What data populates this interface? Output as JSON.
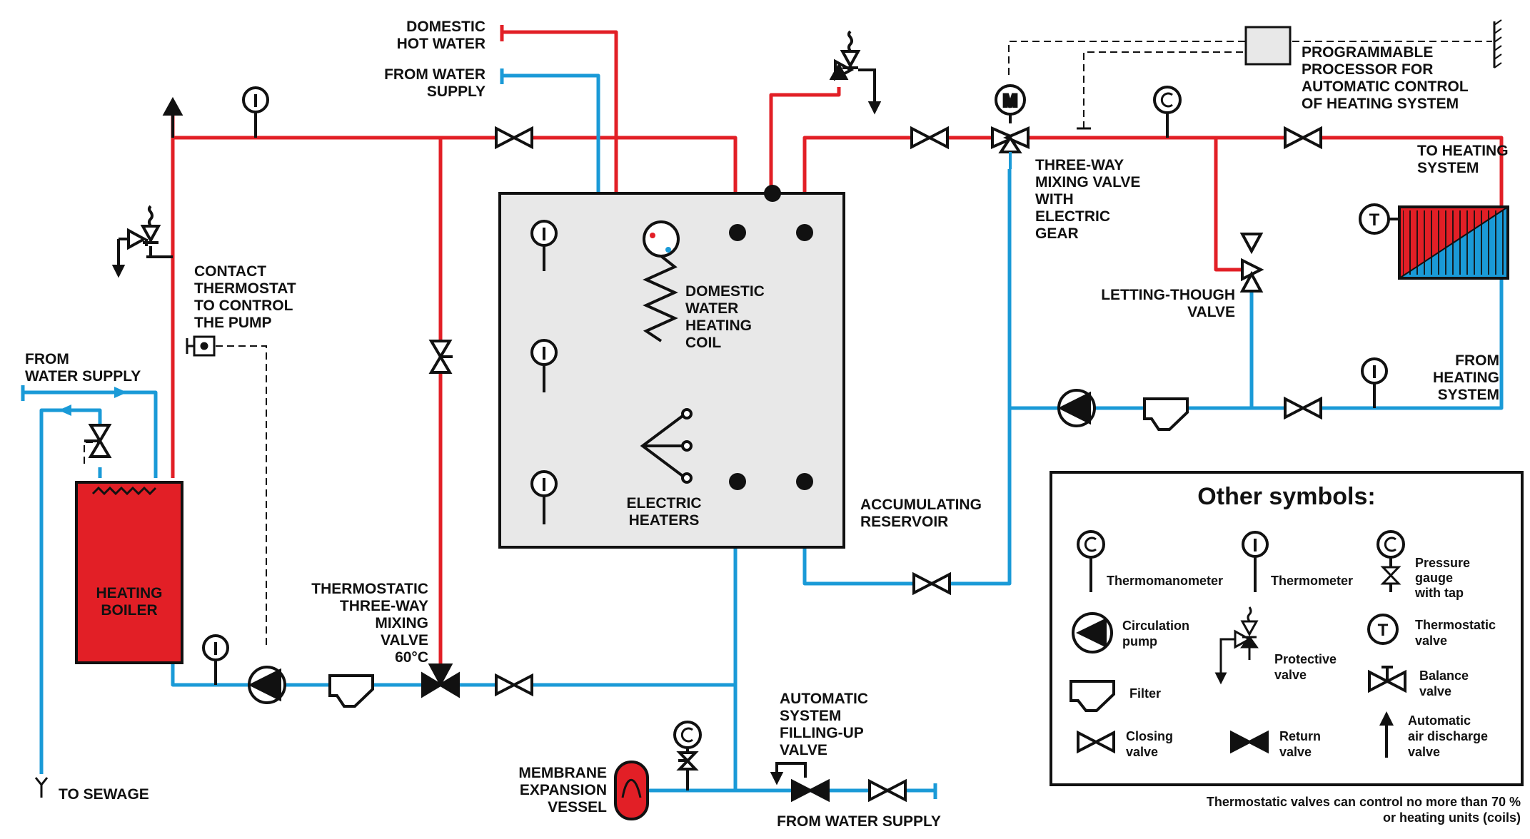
{
  "colors": {
    "hot": "#e21f26",
    "cold": "#1a9ad7",
    "black": "#111111",
    "reservoir_fill": "#e8e8e8",
    "boiler_fill": "#e21f26"
  },
  "labels": {
    "domestic_hot_water": [
      "DOMESTIC",
      "HOT WATER"
    ],
    "from_water_supply_top": [
      "FROM WATER",
      "SUPPLY"
    ],
    "from_water_supply_left": [
      "FROM",
      "WATER SUPPLY"
    ],
    "contact_thermostat": [
      "CONTACT",
      "THERMOSTAT",
      "TO CONTROL",
      "THE PUMP"
    ],
    "heating_boiler": [
      "HEATING",
      "BOILER"
    ],
    "to_sewage": "TO SEWAGE",
    "thermostatic_valve": [
      "THERMOSTATIC",
      "THREE-WAY",
      "MIXING",
      "VALVE",
      "60°C"
    ],
    "domestic_coil": [
      "DOMESTIC",
      "WATER",
      "HEATING",
      "COIL"
    ],
    "electric_heaters": [
      "ELECTRIC",
      "HEATERS"
    ],
    "accumulating_reservoir": [
      "ACCUMULATING",
      "RESERVOIR"
    ],
    "three_way_mixing": [
      "THREE-WAY",
      "MIXING VALVE",
      "WITH",
      "ELECTRIC",
      "GEAR"
    ],
    "processor": [
      "PROGRAMMABLE",
      "PROCESSOR FOR",
      "AUTOMATIC CONTROL",
      "OF HEATING SYSTEM"
    ],
    "to_heating_system": [
      "TO HEATING",
      "SYSTEM"
    ],
    "from_heating_system": [
      "FROM",
      "HEATING",
      "SYSTEM"
    ],
    "letting_through": [
      "LETTING-THOUGH",
      "VALVE"
    ],
    "auto_filling": [
      "AUTOMATIC",
      "SYSTEM",
      "FILLING-UP",
      "VALVE"
    ],
    "from_water_supply_bottom": "FROM WATER SUPPLY",
    "membrane": [
      "MEMBRANE",
      "EXPANSION",
      "VESSEL"
    ],
    "motor_letter": "M",
    "thermostatic_letter": "T"
  },
  "legend": {
    "title": "Other symbols:",
    "items": {
      "thermomanometer": [
        "Thermomanometer"
      ],
      "thermometer": [
        "Thermometer"
      ],
      "pressure_gauge": [
        "Pressure",
        "gauge",
        "with tap"
      ],
      "circulation_pump": [
        "Circulation",
        "pump"
      ],
      "protective_valve": [
        "Protective",
        "valve"
      ],
      "thermostatic_valve": [
        "Thermostatic",
        "valve"
      ],
      "filter": [
        "Filter"
      ],
      "balance_valve": [
        "Balance",
        "valve"
      ],
      "closing_valve": [
        "Closing",
        "valve"
      ],
      "return_valve": [
        "Return",
        "valve"
      ],
      "air_discharge": [
        "Automatic",
        "air discharge",
        "valve"
      ]
    }
  },
  "footnote": [
    "Thermostatic valves can control no more than 70 %",
    "or heating units (coils)"
  ]
}
